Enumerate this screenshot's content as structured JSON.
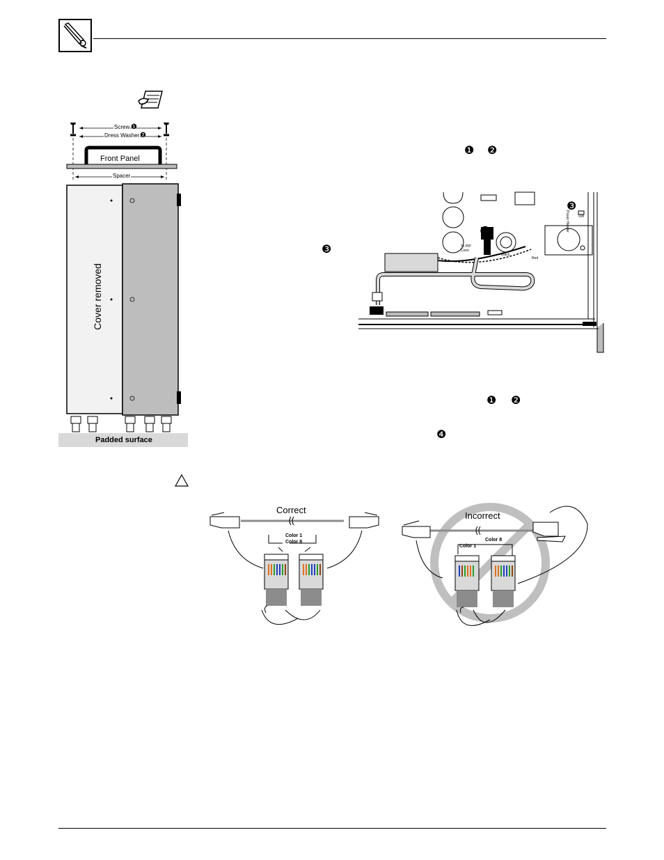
{
  "left_figure": {
    "screw_label": "Screw",
    "washer_label": "Dress Washer",
    "front_panel_label": "Front Panel",
    "spacer_label": "Spacer",
    "cover_label": "Cover removed",
    "padded_label": "Padded surface",
    "callout_1": "❶",
    "callout_2": "❷"
  },
  "step_refs": {
    "top_1": "❶",
    "top_2": "❷",
    "left_3": "❸",
    "lower_1": "❶",
    "lower_2": "❷",
    "lower_4": "❹"
  },
  "board_figure": {
    "callout_3": "❸",
    "callout_4": "❹",
    "to_pip_label": "To PIP Conn",
    "black_label": "Black",
    "red_label": "Red",
    "power_header_label": "Power Header",
    "sw_label": "SW"
  },
  "cable_figure": {
    "correct_label": "Correct",
    "incorrect_label": "Incorrect",
    "color1_label": "Color 1",
    "color8_label": "Color 8"
  },
  "colors": {
    "panel_gray": "#bdbdbd",
    "cover_light": "#f2f2f2",
    "padded_gray": "#d9d9d9",
    "no_sign_gray": "#bfbfbf"
  }
}
